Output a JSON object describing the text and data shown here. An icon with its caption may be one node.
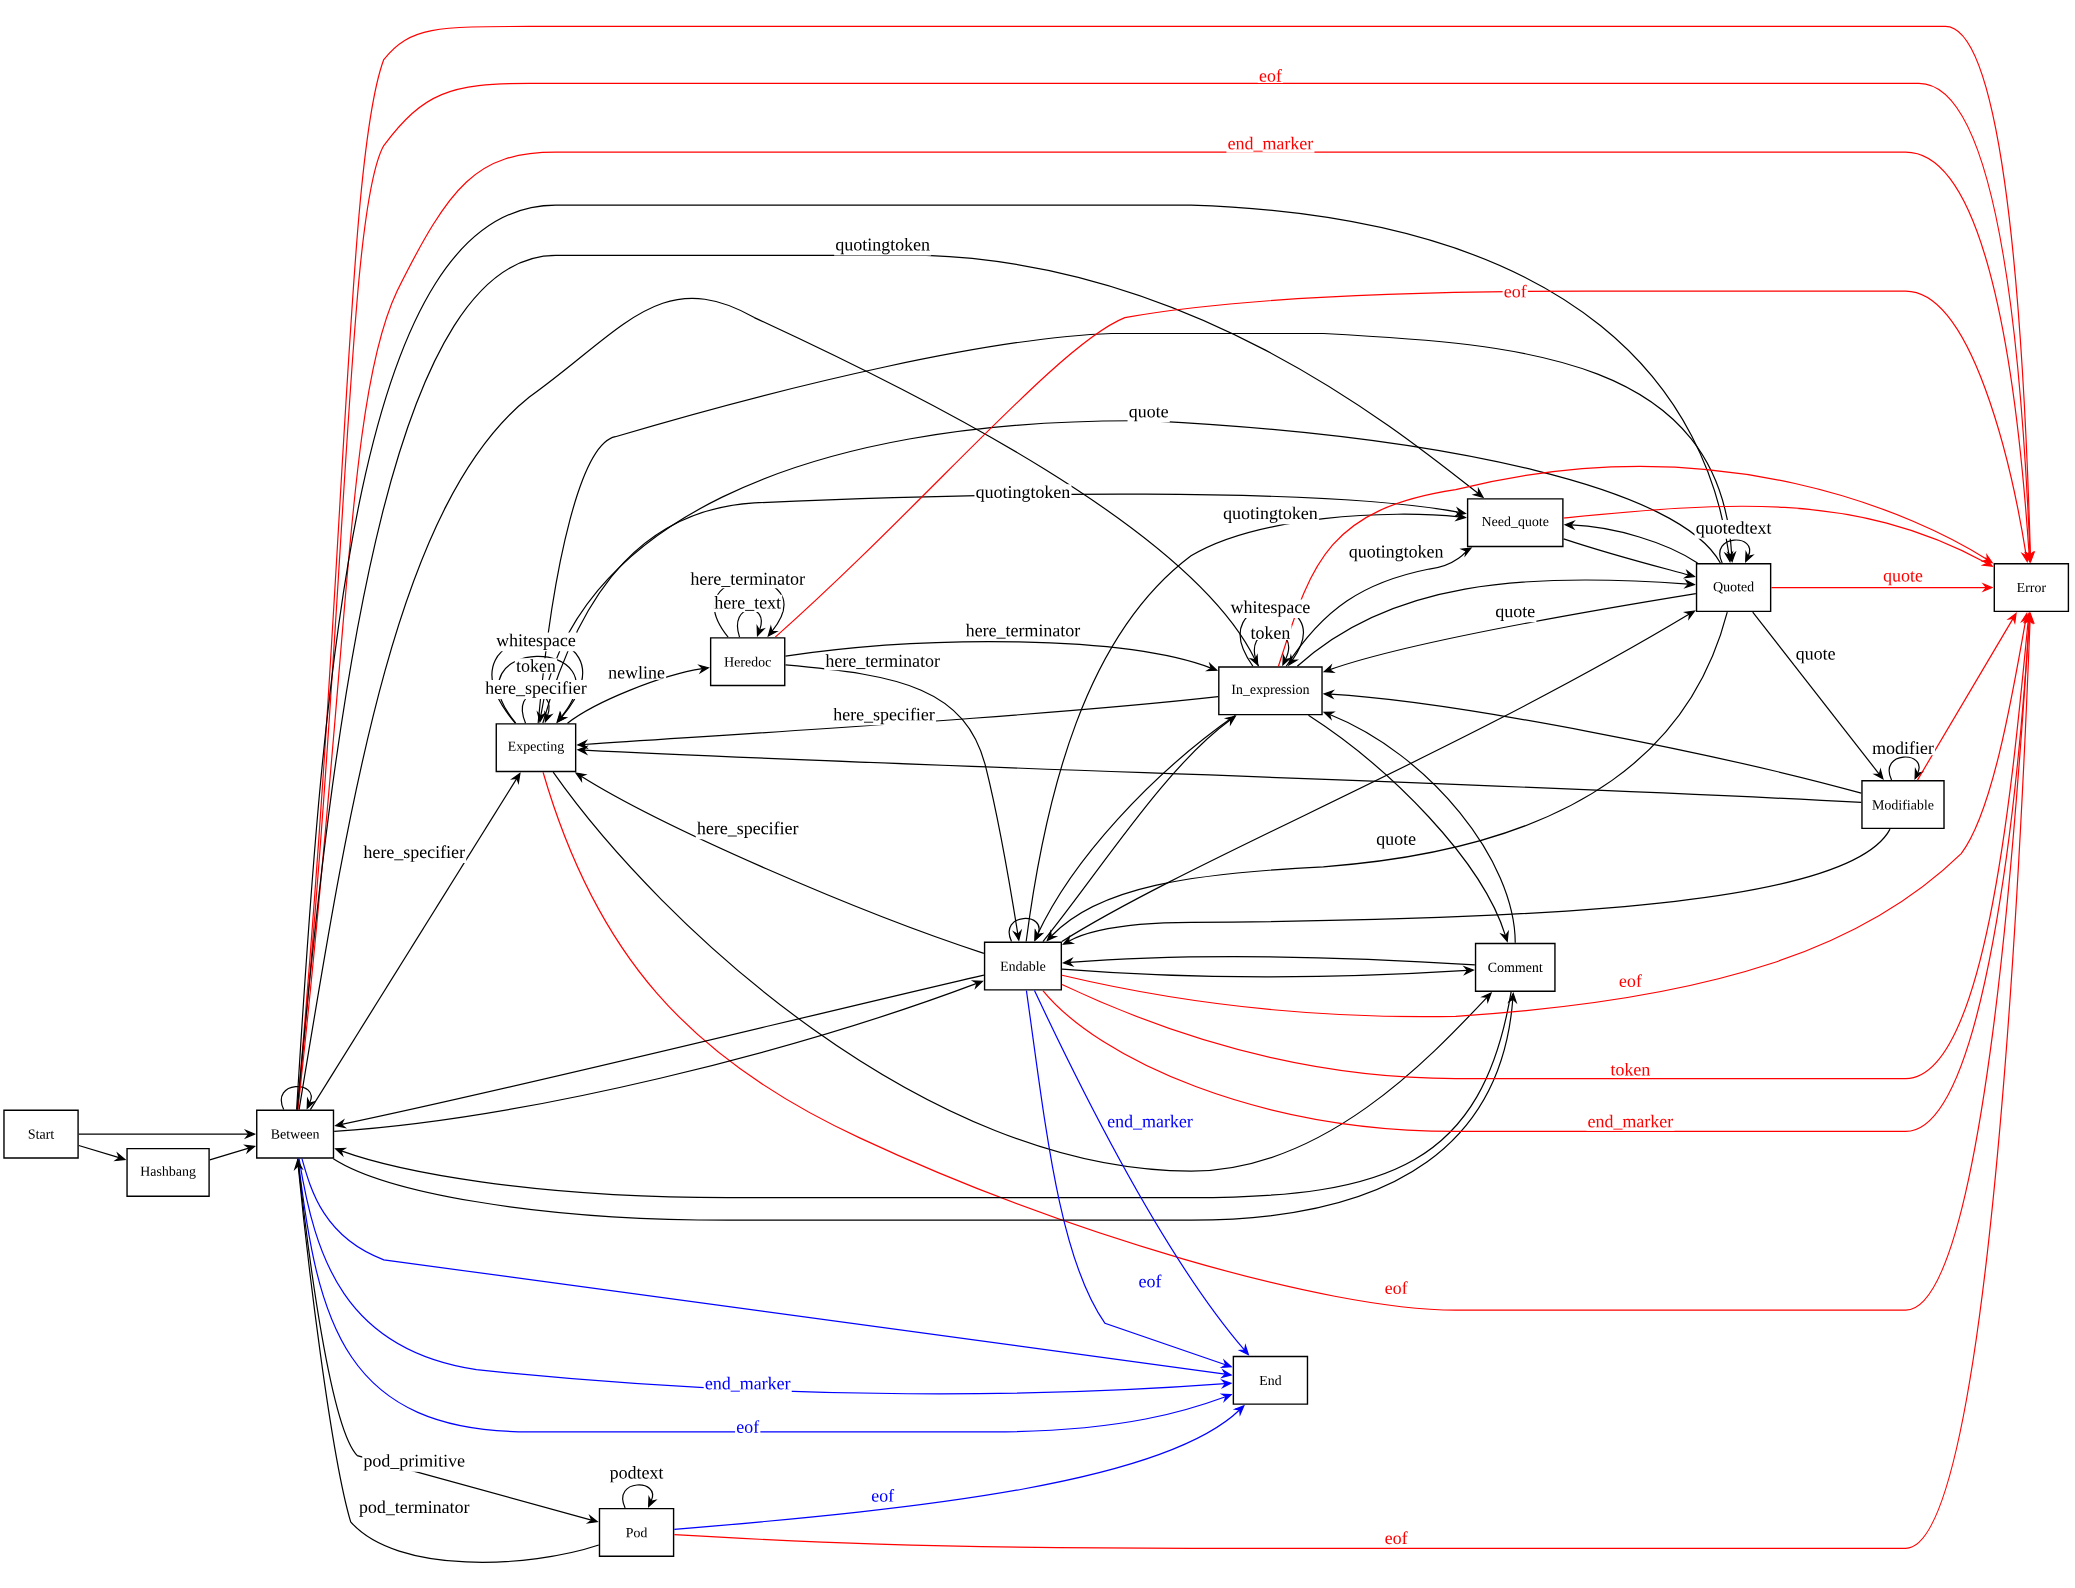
{
  "diagram": {
    "nodes": [
      {
        "text": [
          "Start"
        ]
      },
      {
        "text": [
          "Hashbang"
        ]
      },
      {
        "text": [
          "Between"
        ]
      },
      {
        "text": [
          "Expecting"
        ]
      },
      {
        "text": [
          "Heredoc"
        ]
      },
      {
        "text": [
          "In_expression"
        ]
      },
      {
        "text": [
          "Need_quote"
        ]
      },
      {
        "text": [
          "Quoted"
        ]
      },
      {
        "text": [
          "Error"
        ]
      },
      {
        "text": [
          "Modifiable"
        ]
      },
      {
        "text": [
          "Endable"
        ]
      },
      {
        "text": [
          "Comment"
        ]
      },
      {
        "text": [
          "End"
        ]
      },
      {
        "text": [
          "Pod"
        ]
      }
    ],
    "edges": [
      {
        "from": 0,
        "to": 2,
        "arrow": "to"
      },
      {
        "from": 0,
        "to": 1,
        "arrow": "to"
      },
      {
        "from": 1,
        "to": 2,
        "arrow": "to"
      },
      {
        "from": 2,
        "to": 2,
        "arrow": "to"
      },
      {
        "from": 2,
        "to": 8,
        "arrow": "to",
        "color": "#ff0000"
      },
      {
        "from": 2,
        "to": 8,
        "arrow": "to",
        "label": "eof",
        "color": "#ff0000"
      },
      {
        "from": 2,
        "to": 8,
        "arrow": "to",
        "label": "end_marker",
        "color": "#ff0000"
      },
      {
        "from": 2,
        "to": 7,
        "arrow": "to"
      },
      {
        "from": 2,
        "to": 6,
        "arrow": "to",
        "label": "quotingtoken"
      },
      {
        "from": 2,
        "to": 5,
        "arrow": "to"
      },
      {
        "from": 2,
        "to": 3,
        "arrow": "to",
        "label": "here_specifier"
      },
      {
        "from": 3,
        "to": 7,
        "arrow": "to"
      },
      {
        "from": 7,
        "to": 3,
        "arrow": "to",
        "label": "quote"
      },
      {
        "from": 3,
        "to": 6,
        "arrow": "to",
        "label": "quotingtoken"
      },
      {
        "from": 3,
        "to": 3,
        "arrow": "to",
        "label": "whitespace"
      },
      {
        "from": 3,
        "to": 3,
        "arrow": "to",
        "label": "token"
      },
      {
        "from": 3,
        "to": 3,
        "arrow": "to",
        "label": "here_specifier"
      },
      {
        "from": 3,
        "to": 4,
        "arrow": "to",
        "label": "newline"
      },
      {
        "from": 4,
        "to": 4,
        "arrow": "to",
        "label": "here_text"
      },
      {
        "from": 4,
        "to": 4,
        "arrow": "to",
        "label": "here_terminator"
      },
      {
        "from": 4,
        "to": 8,
        "arrow": "to",
        "label": "eof",
        "color": "#ff0000"
      },
      {
        "from": 4,
        "to": 5,
        "arrow": "to",
        "label": "here_terminator"
      },
      {
        "from": 4,
        "to": 10,
        "arrow": "to",
        "label": "here_terminator"
      },
      {
        "from": 5,
        "to": 3,
        "arrow": "to",
        "label": "here_specifier"
      },
      {
        "from": 9,
        "to": 3,
        "arrow": "to"
      },
      {
        "from": 3,
        "to": 11,
        "arrow": "to"
      },
      {
        "from": 3,
        "to": 8,
        "arrow": "to",
        "label": "eof",
        "color": "#ff0000"
      },
      {
        "from": 10,
        "to": 3,
        "arrow": "to",
        "label": "here_specifier"
      },
      {
        "from": 10,
        "to": 2,
        "arrow": "to"
      },
      {
        "from": 2,
        "to": 10,
        "arrow": "to"
      },
      {
        "from": 11,
        "to": 2,
        "arrow": "to"
      },
      {
        "from": 2,
        "to": 11,
        "arrow": "to"
      },
      {
        "from": 2,
        "to": 12,
        "arrow": "to",
        "color": "#0000ff"
      },
      {
        "from": 2,
        "to": 12,
        "arrow": "to",
        "label": "end_marker",
        "color": "#0000ff"
      },
      {
        "from": 2,
        "to": 12,
        "arrow": "to",
        "label": "eof",
        "color": "#0000ff"
      },
      {
        "from": 2,
        "to": 13,
        "arrow": "to",
        "label": "pod_primitive"
      },
      {
        "from": 13,
        "to": 2,
        "arrow": "to",
        "label": "pod_terminator"
      },
      {
        "from": 13,
        "to": 13,
        "arrow": "to",
        "label": "podtext"
      },
      {
        "from": 13,
        "to": 12,
        "arrow": "to",
        "label": "eof",
        "color": "#0000ff"
      },
      {
        "from": 13,
        "to": 8,
        "arrow": "to",
        "label": "eof",
        "color": "#ff0000"
      },
      {
        "from": 10,
        "to": 12,
        "arrow": "to",
        "label": "end_marker",
        "color": "#0000ff"
      },
      {
        "from": 10,
        "to": 12,
        "arrow": "to",
        "label": "eof",
        "color": "#0000ff"
      },
      {
        "from": 10,
        "to": 8,
        "arrow": "to",
        "label": "eof",
        "color": "#ff0000"
      },
      {
        "from": 10,
        "to": 8,
        "arrow": "to",
        "label": "token",
        "color": "#ff0000"
      },
      {
        "from": 10,
        "to": 8,
        "arrow": "to",
        "label": "end_marker",
        "color": "#ff0000"
      },
      {
        "from": 10,
        "to": 11,
        "arrow": "to"
      },
      {
        "from": 11,
        "to": 10,
        "arrow": "to"
      },
      {
        "from": 10,
        "to": 10,
        "arrow": "to"
      },
      {
        "from": 10,
        "to": 5,
        "arrow": "to"
      },
      {
        "from": 5,
        "to": 10,
        "arrow": "to"
      },
      {
        "from": 5,
        "to": 11,
        "arrow": "to"
      },
      {
        "from": 11,
        "to": 5,
        "arrow": "to"
      },
      {
        "from": 10,
        "to": 6,
        "arrow": "to",
        "label": "quotingtoken"
      },
      {
        "from": 5,
        "to": 6,
        "arrow": "to",
        "label": "quotingtoken"
      },
      {
        "from": 5,
        "to": 8,
        "arrow": "to",
        "color": "#ff0000"
      },
      {
        "from": 6,
        "to": 8,
        "arrow": "to",
        "color": "#ff0000"
      },
      {
        "from": 6,
        "to": 7,
        "arrow": "to"
      },
      {
        "from": 7,
        "to": 6,
        "arrow": "to"
      },
      {
        "from": 7,
        "to": 5,
        "arrow": "to",
        "label": "quote"
      },
      {
        "from": 5,
        "to": 7,
        "arrow": "to"
      },
      {
        "from": 10,
        "to": 7,
        "arrow": "to"
      },
      {
        "from": 7,
        "to": 10,
        "arrow": "to",
        "label": "quote"
      },
      {
        "from": 7,
        "to": 8,
        "arrow": "to",
        "label": "quote",
        "color": "#ff0000"
      },
      {
        "from": 7,
        "to": 9,
        "arrow": "to",
        "label": "quote"
      },
      {
        "from": 7,
        "to": 7,
        "arrow": "to",
        "label": "quotedtext"
      },
      {
        "from": 9,
        "to": 9,
        "arrow": "to",
        "label": "modifier"
      },
      {
        "from": 9,
        "to": 8,
        "arrow": "to",
        "color": "#ff0000"
      },
      {
        "from": 9,
        "to": 5,
        "arrow": "to"
      },
      {
        "from": 9,
        "to": 10,
        "arrow": "to"
      },
      {
        "from": 5,
        "to": 5,
        "arrow": "to",
        "label": "whitespace"
      },
      {
        "from": 5,
        "to": 5,
        "arrow": "to",
        "label": "token"
      }
    ]
  }
}
